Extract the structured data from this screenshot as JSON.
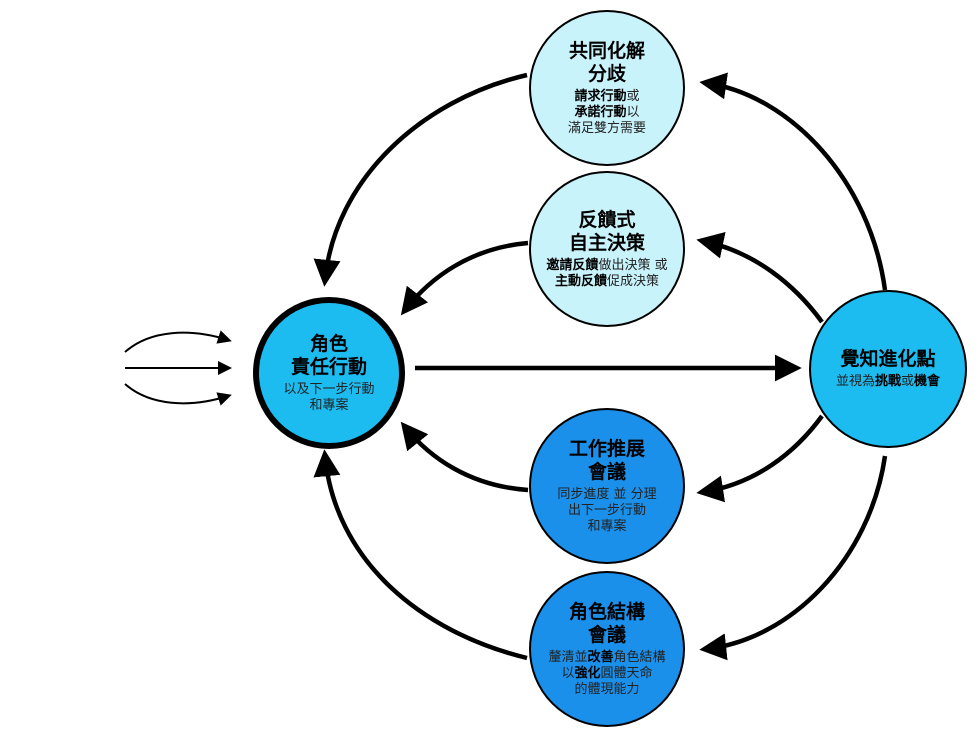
{
  "colors": {
    "pale": "#c9f3fb",
    "mid": "#1cbcf1",
    "deep": "#1b90ea",
    "arrow": "#000000"
  },
  "nodes": {
    "responsibility": {
      "title1": "角色",
      "title2": "責任行動",
      "sub1": "以及下一步行動",
      "sub2": "和專案"
    },
    "resolve": {
      "title1": "共同化解",
      "title2": "分歧",
      "sub1_bold": "請求行動",
      "sub1_rest": "或",
      "sub2_bold": "承諾行動",
      "sub2_rest": "以",
      "sub3": "滿足雙方需要"
    },
    "feedback": {
      "title1": "反饋式",
      "title2": "自主決策",
      "sub1_bold": "邀請反饋",
      "sub1_rest": "做出決策 或",
      "sub2_bold": "主動反饋",
      "sub2_rest": "促成決策"
    },
    "awareness": {
      "title": "覺知進化點",
      "sub_a": "並視為",
      "sub_b": "挑戰",
      "sub_c": "或",
      "sub_d": "機會"
    },
    "tactical": {
      "title1": "工作推展",
      "title2": "會議",
      "sub1": "同步進度 並 分理",
      "sub2": "出下一步行動",
      "sub3": "和專案"
    },
    "governance": {
      "title1": "角色結構",
      "title2": "會議",
      "sub1_a": "釐清並",
      "sub1_b": "改善",
      "sub1_c": "角色結構",
      "sub2_a": "以",
      "sub2_b": "強化",
      "sub2_c": "圓體天命",
      "sub3": "的體現能力"
    }
  }
}
